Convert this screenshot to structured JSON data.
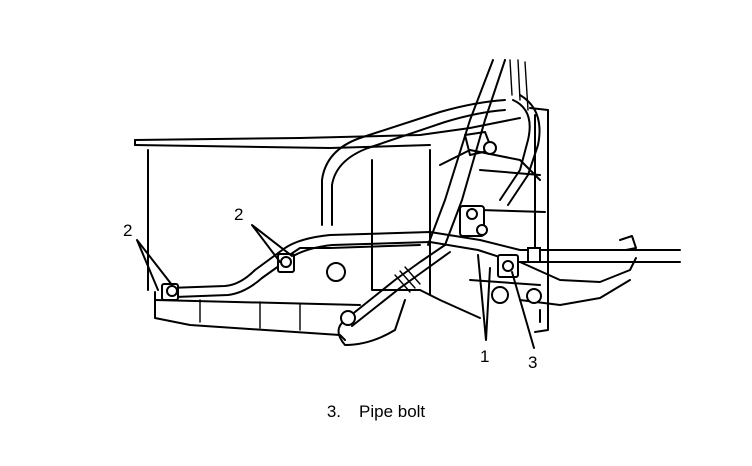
{
  "diagram": {
    "callouts": [
      "1",
      "2",
      "2",
      "3"
    ],
    "caption": {
      "number": "3.",
      "text": "Pipe bolt"
    }
  }
}
